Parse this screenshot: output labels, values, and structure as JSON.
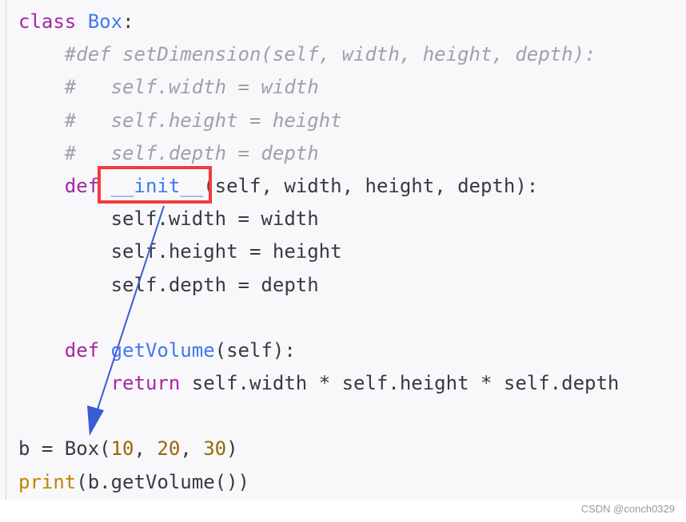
{
  "code_lines": [
    [
      {
        "t": "class",
        "c": "kw"
      },
      {
        "t": " ",
        "c": "pl"
      },
      {
        "t": "Box",
        "c": "fn"
      },
      {
        "t": ":",
        "c": "pl"
      }
    ],
    [
      {
        "t": "    #def setDimension(self, width, height, depth):",
        "c": "cm"
      }
    ],
    [
      {
        "t": "    #   self.width = width",
        "c": "cm"
      }
    ],
    [
      {
        "t": "    #   self.height = height",
        "c": "cm"
      }
    ],
    [
      {
        "t": "    #   self.depth = depth",
        "c": "cm"
      }
    ],
    [
      {
        "t": "    ",
        "c": "pl"
      },
      {
        "t": "def",
        "c": "kw"
      },
      {
        "t": " ",
        "c": "pl"
      },
      {
        "t": "__init__",
        "c": "fn"
      },
      {
        "t": "(self, width, height, depth):",
        "c": "pl"
      }
    ],
    [
      {
        "t": "        self.width = width",
        "c": "pl"
      }
    ],
    [
      {
        "t": "        self.height = height",
        "c": "pl"
      }
    ],
    [
      {
        "t": "        self.depth = depth",
        "c": "pl"
      }
    ],
    [
      {
        "t": "",
        "c": "pl"
      }
    ],
    [
      {
        "t": "    ",
        "c": "pl"
      },
      {
        "t": "def",
        "c": "kw"
      },
      {
        "t": " ",
        "c": "pl"
      },
      {
        "t": "getVolume",
        "c": "fn"
      },
      {
        "t": "(self):",
        "c": "pl"
      }
    ],
    [
      {
        "t": "        ",
        "c": "pl"
      },
      {
        "t": "return",
        "c": "kw"
      },
      {
        "t": " self.width * self.height * self.depth",
        "c": "pl"
      }
    ],
    [
      {
        "t": "",
        "c": "pl"
      }
    ],
    [
      {
        "t": "b = Box(",
        "c": "pl"
      },
      {
        "t": "10",
        "c": "num"
      },
      {
        "t": ", ",
        "c": "pl"
      },
      {
        "t": "20",
        "c": "num"
      },
      {
        "t": ", ",
        "c": "pl"
      },
      {
        "t": "30",
        "c": "num"
      },
      {
        "t": ")",
        "c": "pl"
      }
    ],
    [
      {
        "t": "print",
        "c": "bi"
      },
      {
        "t": "(b.getVolume())",
        "c": "pl"
      }
    ]
  ],
  "watermark": "CSDN @conch0329",
  "annotation_colors": {
    "highlight_box": "#f53a3a",
    "arrow": "#3a5bd6"
  }
}
